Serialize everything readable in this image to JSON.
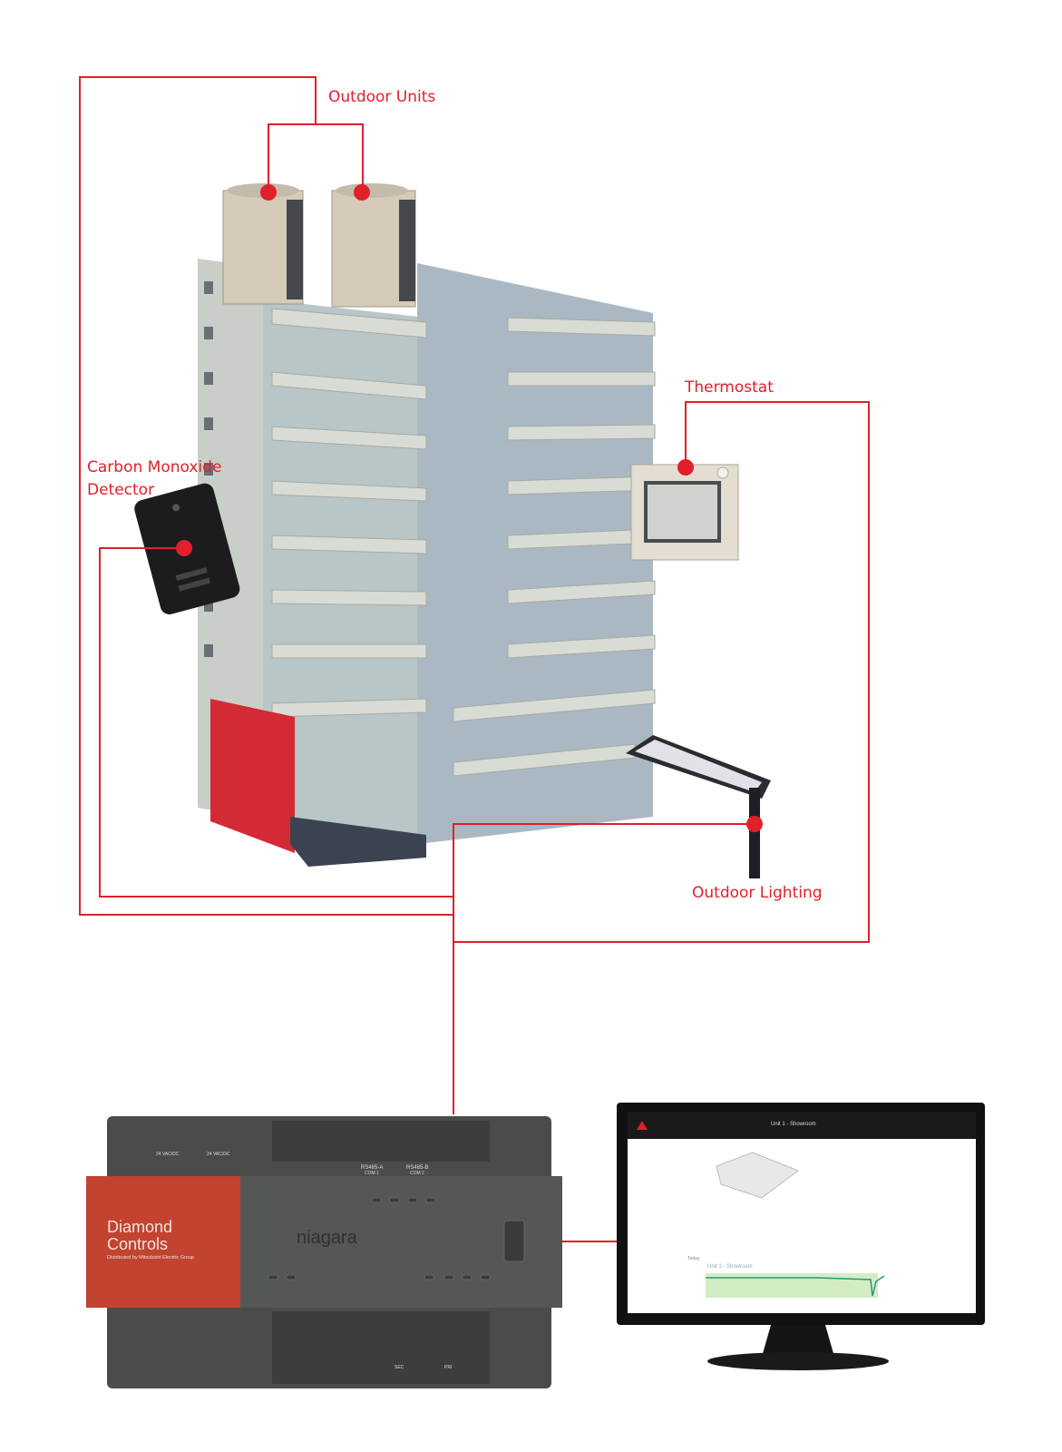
{
  "colors": {
    "accent": "#e0202a",
    "controller_brand": "#c2432f",
    "controller_body": "#4a4b4a"
  },
  "labels": {
    "outdoor_units": "Outdoor Units",
    "thermostat": "Thermostat",
    "co_detector_line1": "Carbon Monoxide",
    "co_detector_line2": "Detector",
    "outdoor_lighting": "Outdoor Lighting"
  },
  "controller": {
    "brand_line1": "Diamond",
    "brand_line2": "Controls",
    "brand_sub": "Distributed by Mitsubishi Electric Group",
    "product": "niagara",
    "power_label_1": "24 VAC/DC",
    "power_label_2": "24 VAC/DC",
    "port_a": "RS485-A",
    "port_a_sub": "COM 1",
    "port_b": "RS485-B",
    "port_b_sub": "COM 2",
    "eth_sec": "SEC",
    "eth_pri": "PRI"
  },
  "monitor": {
    "screen_title": "Unit 1 - Showroom",
    "chart_title": "Unit 1 - Showroom",
    "range": "Today"
  }
}
